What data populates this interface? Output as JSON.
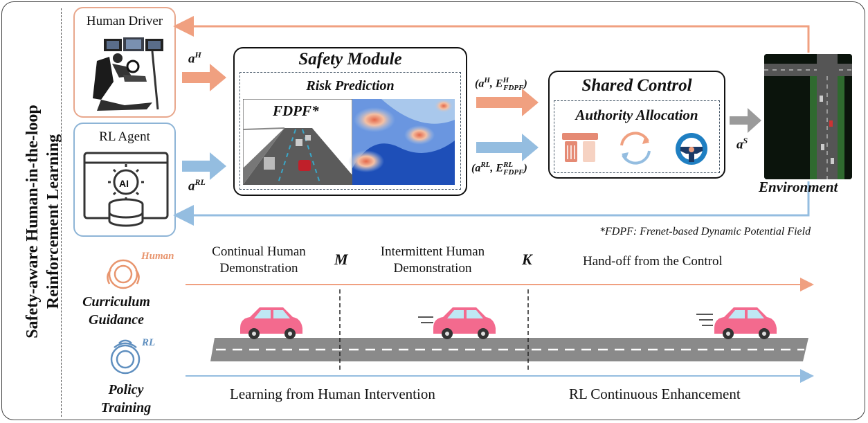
{
  "side_title": {
    "line1": "Safety-aware Human-in-the-loop",
    "line2": "Reinforcement Learning"
  },
  "human_driver": {
    "label": "Human Driver"
  },
  "rl_agent": {
    "label": "RL Agent",
    "ai_text": "AI"
  },
  "actions": {
    "a_h": "a",
    "a_h_sup": "H",
    "a_rl": "a",
    "a_rl_sup": "RL",
    "a_s": "a",
    "a_s_sup": "S"
  },
  "safety_module": {
    "title": "Safety Module",
    "risk_title": "Risk Prediction",
    "fdpf_label": "FDPF*"
  },
  "inputs": {
    "human_tuple": {
      "open": "(a",
      "a_sup": "H",
      "mid": ", E",
      "e_sup": "H",
      "e_sub": "FDPF",
      "close": ")"
    },
    "rl_tuple": {
      "open": "(a",
      "a_sup": "RL",
      "mid": ", E",
      "e_sup": "RL",
      "e_sub": "FDPF",
      "close": ")"
    }
  },
  "shared_control": {
    "title": "Shared Control",
    "authority": "Authority Allocation"
  },
  "environment": {
    "label": "Environment"
  },
  "footnote": "*FDPF: Frenet-based Dynamic Potential Field",
  "curriculum": {
    "label_line1": "Curriculum",
    "label_line2": "Guidance",
    "tag": "Human",
    "phase1_line1": "Continual Human",
    "phase1_line2": "Demonstration",
    "marker_m": "M",
    "phase2_line1": "Intermittent Human",
    "phase2_line2": "Demonstration",
    "marker_k": "K",
    "phase3": "Hand-off from the Control"
  },
  "policy": {
    "label_line1": "Policy",
    "label_line2": "Training",
    "tag": "RL",
    "phase_a": "Learning from Human Intervention",
    "phase_b": "RL Continuous Enhancement"
  },
  "colors": {
    "human": "#f0a080",
    "rl": "#94bde0",
    "arrow_gray": "#9a9a9a",
    "env_grass": "#1f4a22",
    "road": "#8a8a8a"
  }
}
